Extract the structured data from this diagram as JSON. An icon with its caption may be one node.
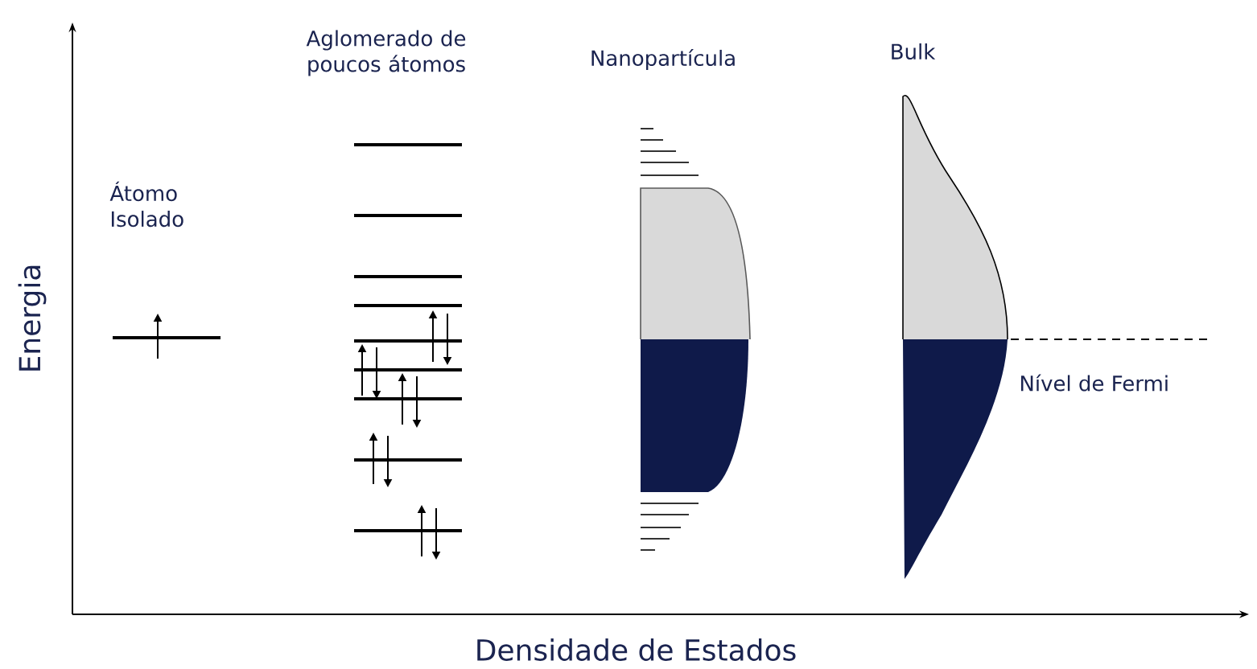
{
  "diagram": {
    "labels": [
      "Átomo Isolado",
      "Aglomerado de poucos átomos",
      "Nanopartícula",
      "Bulk",
      "Nível de Fermi",
      "Energia",
      "Densidade de Estados"
    ]
  }
}
